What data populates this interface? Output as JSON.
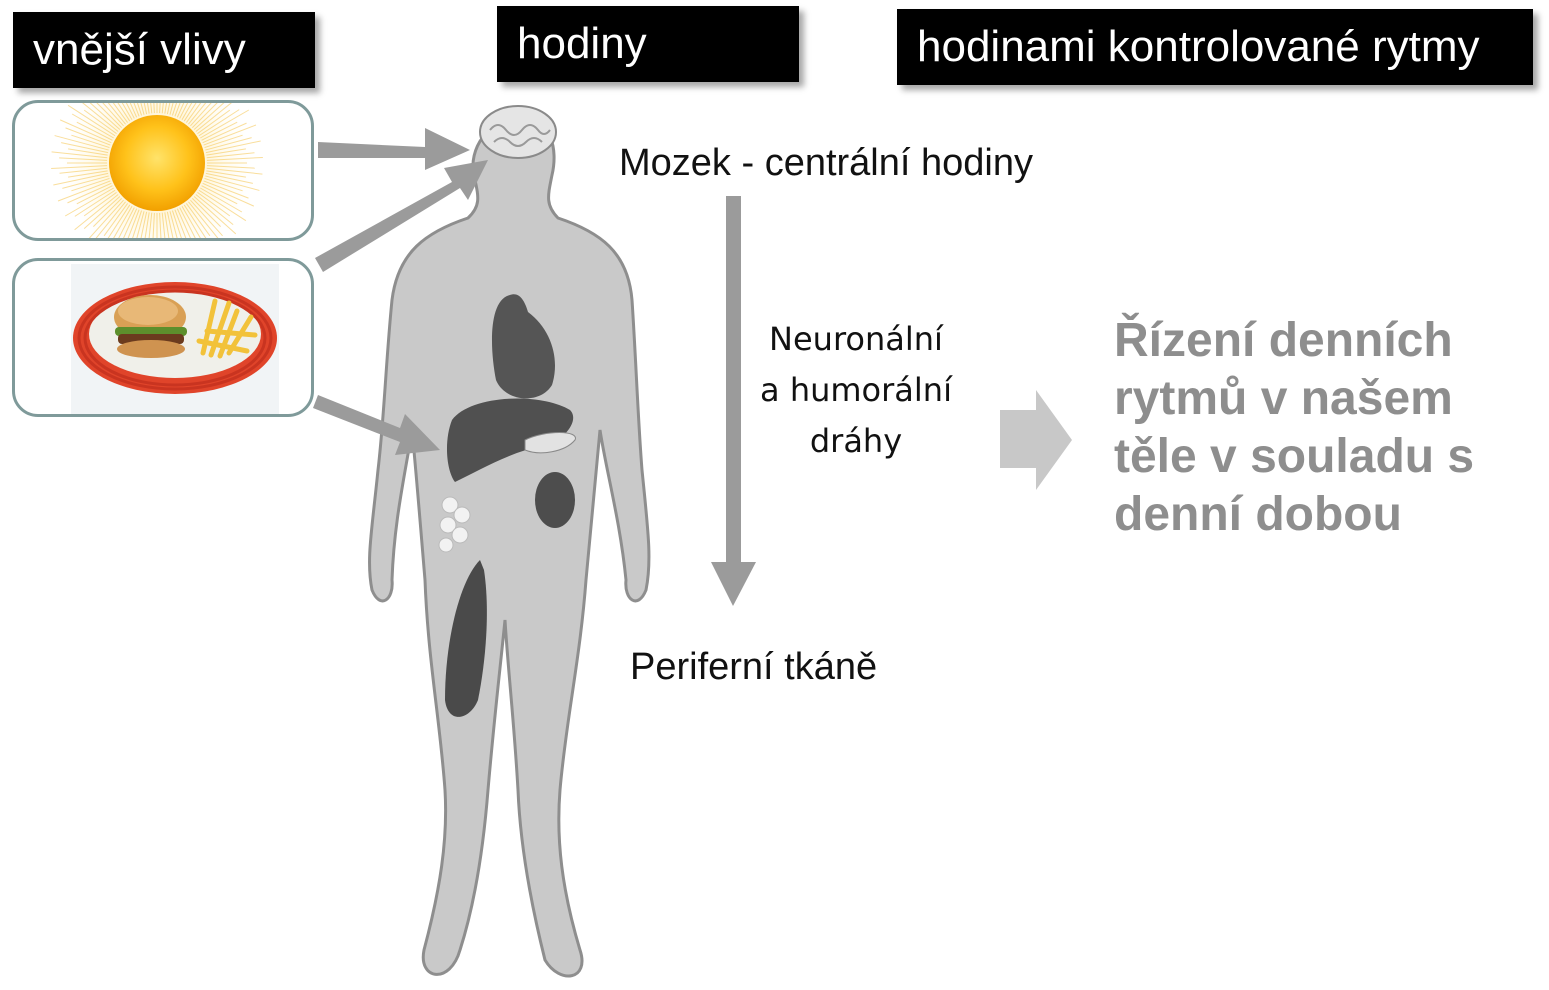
{
  "headers": {
    "external": "vnější vlivy",
    "clock": "hodiny",
    "rhythms": "hodinami kontrolované rytmy"
  },
  "influences": [
    {
      "name": "sun",
      "icon": "sun-icon"
    },
    {
      "name": "food",
      "icon": "food-basket-icon"
    }
  ],
  "brain_label": "Mozek  - centrální hodiny",
  "pathway_label": [
    "Neuronální",
    "a humorální",
    "dráhy"
  ],
  "peripheral_label": "Periferní tkáně",
  "result_lines": [
    "Řízení denních",
    "rytmů v našem",
    "těle v souladu s",
    "denní dobou"
  ],
  "colors": {
    "header_bg": "#000000",
    "header_text": "#ffffff",
    "box_border": "#7f9a9a",
    "arrow": "#9b9b9b",
    "result_text": "#8e8e8e",
    "body_silhouette": "#c9c9c9"
  }
}
